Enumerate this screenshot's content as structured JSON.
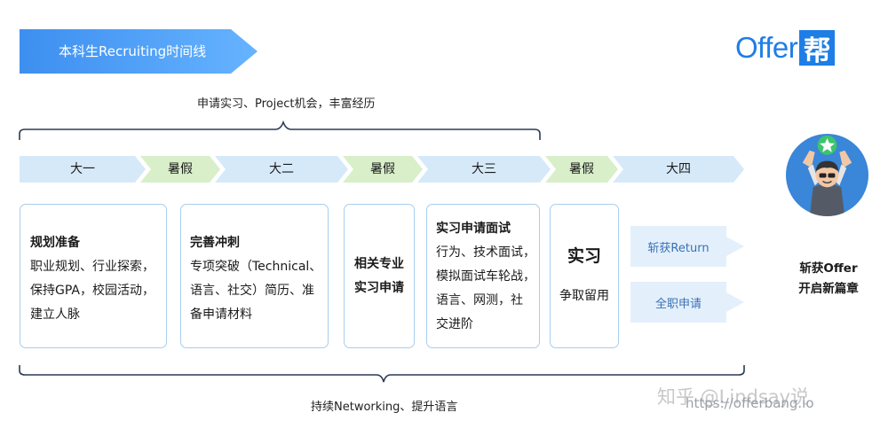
{
  "banner": {
    "title": "本科生Recruiting时间线"
  },
  "logo": {
    "text": "Offer",
    "box_char": "帮"
  },
  "top_note": "申请实习、Project机会，丰富经历",
  "bottom_note": "持续Networking、提升语言",
  "timeline": [
    {
      "label": "大一",
      "kind": "year"
    },
    {
      "label": "暑假",
      "kind": "summer"
    },
    {
      "label": "大二",
      "kind": "year"
    },
    {
      "label": "暑假",
      "kind": "summer"
    },
    {
      "label": "大三",
      "kind": "year"
    },
    {
      "label": "暑假",
      "kind": "summer"
    },
    {
      "label": "大四",
      "kind": "year"
    }
  ],
  "cards": {
    "year1": {
      "title": "规划准备",
      "lines": [
        "职业规划、行业探索，",
        "保持GPA，校园活动，",
        "建立人脉"
      ]
    },
    "year2": {
      "title": "完善冲刺",
      "lines": [
        "专项突破（Technical、",
        "语言、社交）简历、准",
        "备申请材料"
      ]
    },
    "summer2": {
      "lines": [
        "相关专业",
        "实习申请"
      ]
    },
    "year3": {
      "title": "实习申请面试",
      "lines": [
        "行为、技术面试，",
        "模拟面试车轮战，",
        "语言、网测，社",
        "交进阶"
      ]
    },
    "summer3": {
      "title": "实习",
      "sub": "争取留用"
    }
  },
  "arrows": {
    "return_label": "斩获Return",
    "fulltime_label": "全职申请"
  },
  "final": {
    "line1": "斩获Offer",
    "line2": "开启新篇章"
  },
  "watermark": {
    "text": "知乎 @Lindsay说",
    "url": "https://offerbang.io"
  },
  "colors": {
    "accent": "#1e7ee6",
    "year_band": "#d6e9f9",
    "summer_band": "#d8efc9",
    "card_border": "#a8cdee"
  }
}
